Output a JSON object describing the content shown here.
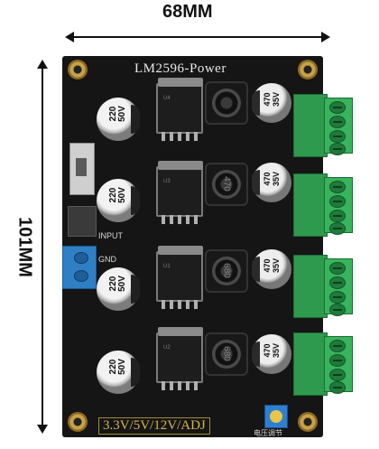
{
  "dimensions": {
    "width_label": "68MM",
    "height_label": "101MM"
  },
  "board": {
    "title": "LM2596-Power",
    "input_label": "INPUT",
    "gnd_label": "GND",
    "voltage_options": "3.3V/5V/12V/ADJ",
    "pot_label": "电压调节"
  },
  "channels": [
    {
      "input_cap": "220\n50V",
      "regulator": "U4",
      "inductor": "",
      "output_cap": "470\n35V"
    },
    {
      "input_cap": "220\n50V",
      "regulator": "U3",
      "inductor": "470",
      "output_cap": "470\n35V"
    },
    {
      "input_cap": "220\n50V",
      "regulator": "U1",
      "inductor": "680",
      "output_cap": "470\n35V"
    },
    {
      "input_cap": "220\n50V",
      "regulator": "U2",
      "inductor": "680",
      "output_cap": "470\n35V"
    }
  ]
}
